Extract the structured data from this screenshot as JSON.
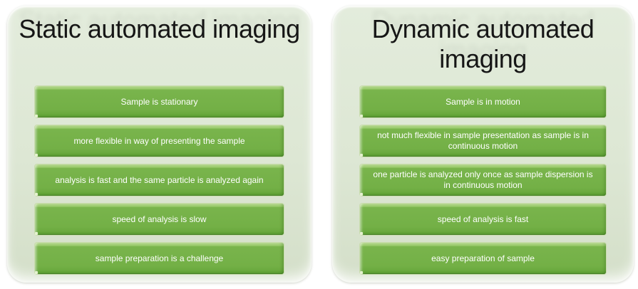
{
  "colors": {
    "page_background": "#ffffff",
    "panel_background": "#dde7d4",
    "bar_green": "#73b046",
    "bar_highlight": "#a6d17b",
    "bar_text": "#ffffff",
    "title_text": "#161616"
  },
  "panels": [
    {
      "title": "Static automated imaging",
      "items": [
        "Sample is stationary",
        "more flexible in way of presenting the sample",
        "analysis is fast and the same particle is analyzed again",
        "speed of analysis is slow",
        "sample preparation is a challenge"
      ]
    },
    {
      "title": "Dynamic automated imaging",
      "items": [
        "Sample is in motion",
        "not much flexible in sample presentation as sample is in continuous motion",
        "one particle is analyzed only once as sample dispersion is in continuous motion",
        "speed of analysis is fast",
        "easy preparation of sample"
      ]
    }
  ]
}
